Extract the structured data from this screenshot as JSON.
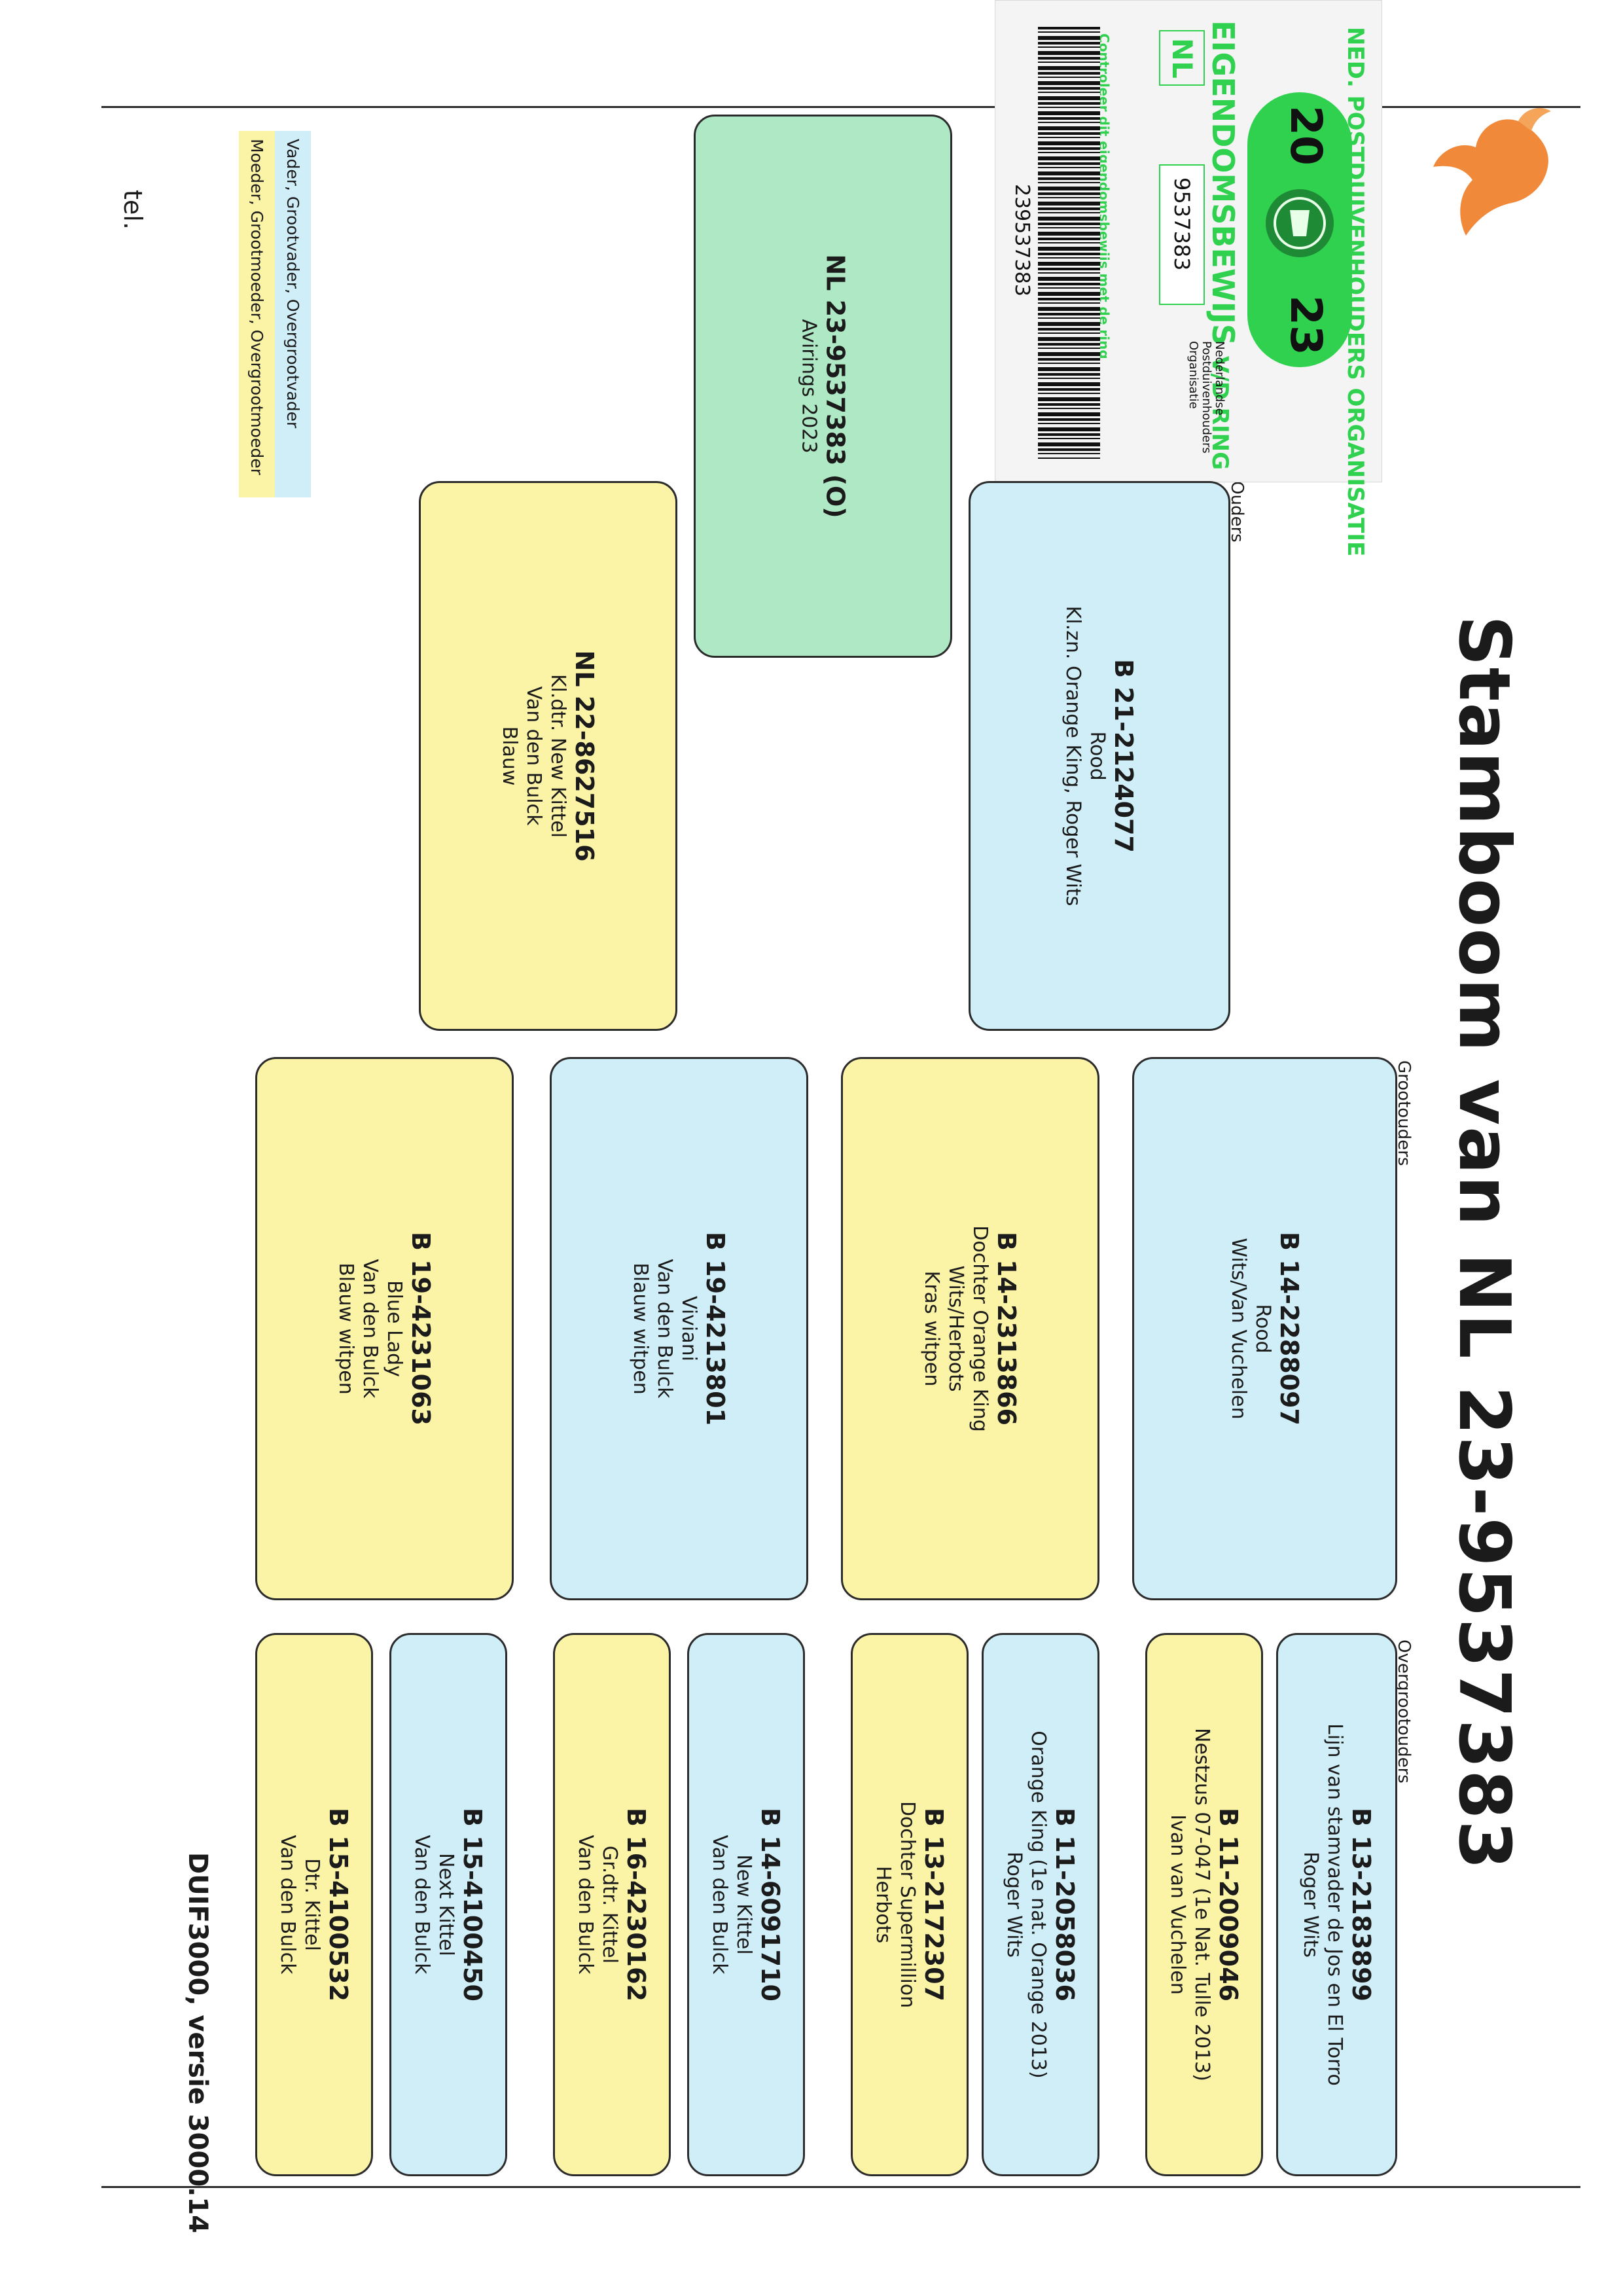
{
  "header": {
    "title": "Stamboom van NL 23-9537383",
    "software": "DUIF3000, versie 3000.14",
    "tel_label": "tel."
  },
  "section_labels": {
    "ouders": "Ouders",
    "grootouders": "Grootouders",
    "overgrootouders": "Overgrootouders"
  },
  "legend": {
    "male": "Vader, Grootvader, Overgrootvader",
    "female": "Moeder, Grootmoeder, Overgrootmoeder",
    "male_color": "#cfeef8",
    "female_color": "#fbf3a6"
  },
  "certificate": {
    "org": "NED. POSTDUIVENHOUDERS ORGANISATIE",
    "year_left": "20",
    "year_right": "23",
    "title": "EIGENDOMSBEWIJS",
    "title_suffix": "V/D RING",
    "country": "NL",
    "ring_number": "9537383",
    "logo_lines": [
      "Nederlandse",
      "Postduivenhouders",
      "Organisatie"
    ],
    "control_text": "Controleer dit eigendomsbewijs met de ring",
    "barcode_number": "239537383",
    "accent_color": "#2fd14f"
  },
  "subject": {
    "ring": "NL 23-9537383 (O)",
    "lines": [
      "Avirings 2023"
    ]
  },
  "parents": {
    "father": {
      "ring": "B 21-2124077",
      "lines": [
        "Rood",
        "Kl.zn. Orange King, Roger Wits"
      ]
    },
    "mother": {
      "ring": "NL 22-8627516",
      "lines": [
        "Kl.dtr. New Kittel",
        "Van den Bulck",
        "Blauw"
      ]
    }
  },
  "grandparents": [
    {
      "ring": "B 14-2288097",
      "lines": [
        "Rood",
        "Wits/Van Vuchelen"
      ]
    },
    {
      "ring": "B 14-2313866",
      "lines": [
        "Dochter Orange King",
        "Wits/Herbots",
        "Kras witpen"
      ]
    },
    {
      "ring": "B 19-4213801",
      "lines": [
        "Viviani",
        "Van den Bulck",
        "Blauw witpen"
      ]
    },
    {
      "ring": "B 19-4231063",
      "lines": [
        "Blue Lady",
        "Van den Bulck",
        "Blauw witpen"
      ]
    }
  ],
  "great_grandparents": [
    {
      "ring": "B 13-2183899",
      "lines": [
        "Lijn van stamvader de Jos en El Torro",
        "Roger Wits"
      ]
    },
    {
      "ring": "B 11-2009046",
      "lines": [
        "Nestzus 07-047 (1e Nat. Tulle 2013)",
        "Ivan van Vuchelen"
      ]
    },
    {
      "ring": "B 11-2058036",
      "lines": [
        "Orange King (1e nat. Orange 2013)",
        "Roger Wits"
      ]
    },
    {
      "ring": "B 13-2172307",
      "lines": [
        "Dochter Supermillion",
        "Herbots"
      ]
    },
    {
      "ring": "B 14-6091710",
      "lines": [
        "New Kittel",
        "Van den Bulck"
      ]
    },
    {
      "ring": "B 16-4230162",
      "lines": [
        "Gr.dtr. Kittel",
        "Van den Bulck"
      ]
    },
    {
      "ring": "B 15-4100450",
      "lines": [
        "Next Kittel",
        "Van den Bulck"
      ]
    },
    {
      "ring": "B 15-4100532",
      "lines": [
        "Dtr. Kittel",
        "Van den Bulck"
      ]
    }
  ]
}
